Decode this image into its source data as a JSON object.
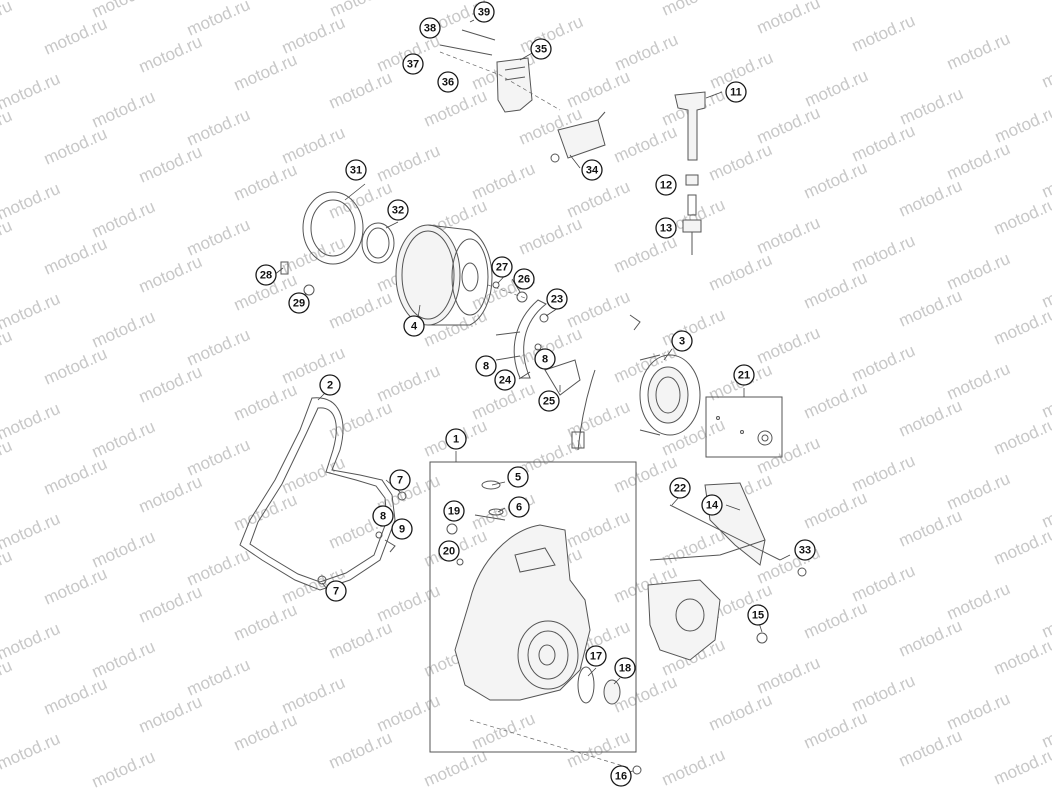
{
  "watermark": {
    "text": "motod.ru",
    "color": "#c8c8c8"
  },
  "callouts": [
    {
      "number": "1"
    },
    {
      "number": "2"
    },
    {
      "number": "3"
    },
    {
      "number": "4"
    },
    {
      "number": "5"
    },
    {
      "number": "6"
    },
    {
      "number": "7"
    },
    {
      "number": "7"
    },
    {
      "number": "8"
    },
    {
      "number": "8"
    },
    {
      "number": "8"
    },
    {
      "number": "9"
    },
    {
      "number": "11"
    },
    {
      "number": "12"
    },
    {
      "number": "13"
    },
    {
      "number": "14"
    },
    {
      "number": "15"
    },
    {
      "number": "16"
    },
    {
      "number": "17"
    },
    {
      "number": "18"
    },
    {
      "number": "19"
    },
    {
      "number": "20"
    },
    {
      "number": "21"
    },
    {
      "number": "22"
    },
    {
      "number": "23"
    },
    {
      "number": "24"
    },
    {
      "number": "25"
    },
    {
      "number": "26"
    },
    {
      "number": "27"
    },
    {
      "number": "28"
    },
    {
      "number": "29"
    },
    {
      "number": "31"
    },
    {
      "number": "32"
    },
    {
      "number": "33"
    },
    {
      "number": "34"
    },
    {
      "number": "35"
    },
    {
      "number": "36"
    },
    {
      "number": "37"
    },
    {
      "number": "38"
    },
    {
      "number": "39"
    }
  ]
}
